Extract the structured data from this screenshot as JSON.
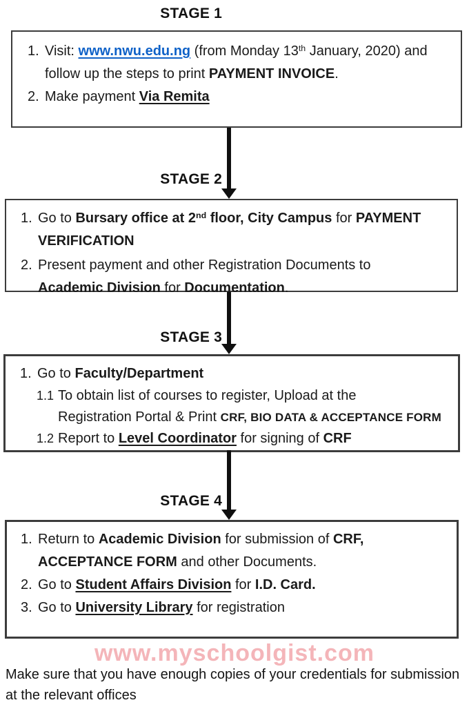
{
  "colors": {
    "link_blue": "#0f62c8",
    "watermark_pink": "#f4b5b9",
    "border_gray": "#3c3c3c"
  },
  "stage1": {
    "label": "STAGE 1",
    "item1": {
      "num": "1.",
      "pre": "Visit: ",
      "link": "www.nwu.edu.ng",
      "mid": " (from Monday 13",
      "sup": "th",
      "after": " January, 2020) and",
      "line2_pre": "follow up the steps to print ",
      "line2_bold": "PAYMENT INVOICE",
      "line2_end": "."
    },
    "item2": {
      "num": "2.",
      "pre": "Make payment ",
      "bold_underline": "Via Remita"
    }
  },
  "stage2": {
    "label": "STAGE 2",
    "item1": {
      "num": "1.",
      "pre": "Go to ",
      "bold1": "Bursary office at 2",
      "sup": "nd",
      "bold2": " floor, City Campus",
      "mid": " for ",
      "bold3": "PAYMENT",
      "line2_bold": "VERIFICATION"
    },
    "item2": {
      "num": "2.",
      "line1": "Present payment and other Registration Documents to",
      "line2_bold1": "Academic Division",
      "line2_mid": " for ",
      "line2_bold2": "Documentation",
      "line2_end": "."
    }
  },
  "stage3": {
    "label": "STAGE 3",
    "item1": {
      "num": "1.",
      "pre": "Go to ",
      "bold": "Faculty/Department"
    },
    "sub1": {
      "num": "1.1",
      "line1": "To obtain list of courses to register, Upload at the",
      "line2_pre": "Registration Portal & Print ",
      "line2_bold": "CRF, BIO DATA & ACCEPTANCE FORM"
    },
    "sub2": {
      "num": "1.2",
      "pre": "Report to ",
      "bold_underline": "Level Coordinator",
      "mid": " for signing of ",
      "bold": "CRF"
    }
  },
  "stage4": {
    "label": "STAGE 4",
    "item1": {
      "num": "1.",
      "pre": "Return to ",
      "bold1": "Academic Division",
      "mid": " for submission of ",
      "bold2": "CRF,",
      "line2_bold": "ACCEPTANCE FORM",
      "line2_end": " and other Documents."
    },
    "item2": {
      "num": "2.",
      "pre": "Go to ",
      "bold_underline": "Student Affairs Division",
      "mid": " for ",
      "bold": "I.D. Card."
    },
    "item3": {
      "num": "3.",
      "pre": "Go to ",
      "bold_underline": "University Library",
      "mid": " for registration"
    }
  },
  "watermark": "www.myschoolgist.com",
  "footer": {
    "line1": "Make sure that you have enough copies of your credentials for submission",
    "line2": "at the relevant offices"
  }
}
